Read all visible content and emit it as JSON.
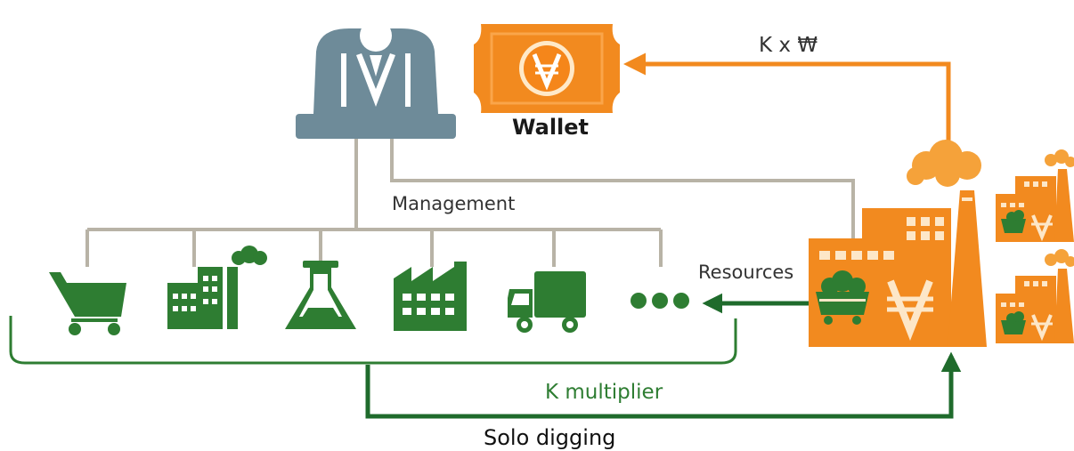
{
  "labels": {
    "wallet": "Wallet",
    "k_times_currency": "K x ₩",
    "management": "Management",
    "resources": "Resources",
    "k_multiplier": "K multiplier",
    "solo_digging": "Solo digging"
  },
  "symbols": {
    "currency": "₩"
  },
  "icons": {
    "manager": "businessman-icon",
    "wallet": "banknote-icon",
    "industries": [
      "shopping-cart-icon",
      "factory-icon",
      "flask-icon",
      "industrial-plant-icon",
      "delivery-truck-icon",
      "more-dots-icon"
    ],
    "mine": "mining-factory-icon"
  },
  "colors": {
    "orange": "#f28a1f",
    "green": "#2e7d32",
    "slate": "#6e8b99",
    "connector": "#b8b3a6"
  }
}
